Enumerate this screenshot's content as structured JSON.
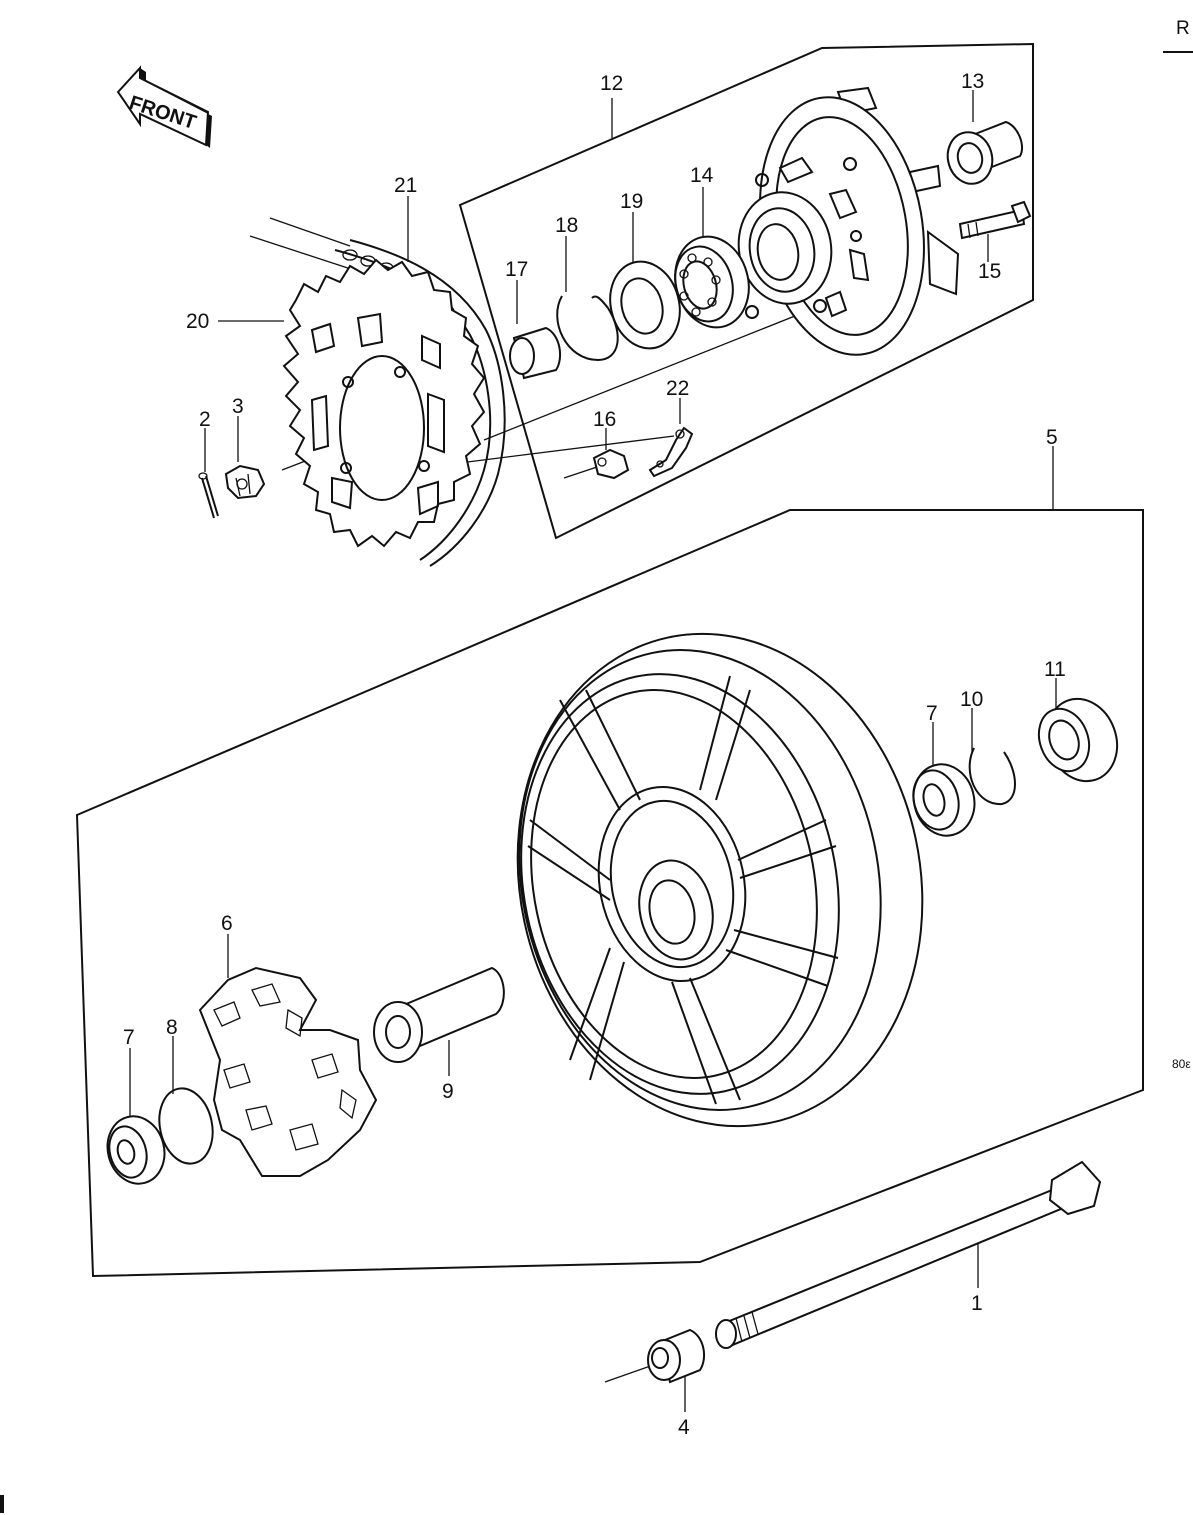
{
  "header": {
    "corner_letter": "R",
    "code": "80ε"
  },
  "front_arrow": {
    "label": "FRONT"
  },
  "callouts": {
    "c1": "1",
    "c2": "2",
    "c3": "3",
    "c4": "4",
    "c5": "5",
    "c6": "6",
    "c7a": "7",
    "c7b": "7",
    "c8": "8",
    "c9": "9",
    "c10": "10",
    "c11": "11",
    "c12": "12",
    "c13": "13",
    "c14": "14",
    "c15": "15",
    "c16": "16",
    "c17": "17",
    "c18": "18",
    "c19": "19",
    "c20": "20",
    "c21": "21",
    "c22": "22"
  }
}
